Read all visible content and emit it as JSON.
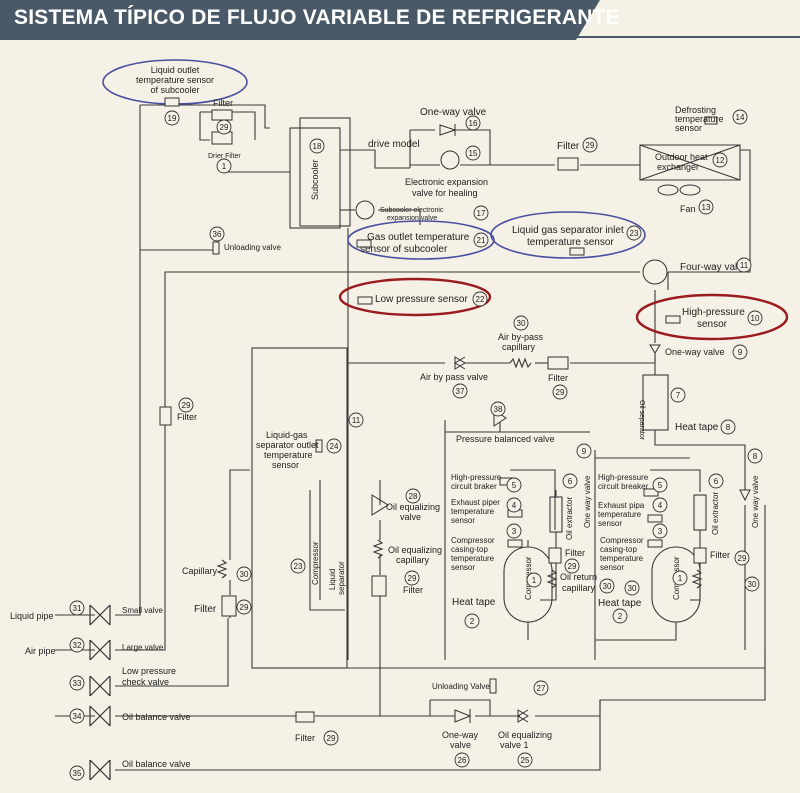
{
  "title": "SISTEMA TÍPICO DE FLUJO VARIABLE DE REFRIGERANTE",
  "labels": {
    "liquid_outlet_subcooler": [
      "Liquid outlet",
      "temperature sensor",
      "of subcooler"
    ],
    "filter_top": "Filter",
    "drier_filter": "Drier Filter",
    "subcooler": "Subcooler",
    "drive_model": "drive model",
    "one_way_valve_top": "One-way valve",
    "elec_exp_valve": [
      "Electronic expansion",
      "valve for healing"
    ],
    "subcooler_elec_exp": [
      "Subcooler electronic",
      "expansion valve"
    ],
    "filter_outdoor": "Filter",
    "defrost_sensor": [
      "Defrosting",
      "temperature",
      "sensor"
    ],
    "outdoor_hx": [
      "Outdoor heat",
      "exchanger"
    ],
    "fan": "Fan",
    "gas_outlet_subcooler": [
      "Gas outlet temperature",
      "sensor of subcooler"
    ],
    "liquid_gas_sep_inlet": [
      "Liquid gas separator inlet",
      "temperature sensor"
    ],
    "unloading_valve_36": "Unloading valve",
    "four_way_valve": "Four-way valve",
    "low_pressure_sensor": "Low pressure sensor",
    "high_pressure_sensor": [
      "High-pressure",
      "sensor"
    ],
    "air_bypass_capillary": [
      "Air by-pass",
      "capillary"
    ],
    "one_way_valve_9": "One-way valve",
    "air_bypass_valve": "Air by pass valve",
    "filter_29_mid": "Filter",
    "oil_separator": "Oil separator",
    "heat_tape_8": "Heat tape",
    "filter_left": "Filter",
    "liquid_gas_sep_outlet": [
      "Liquid-gas",
      "separator outlet",
      "temperature",
      "sensor"
    ],
    "pressure_balanced_valve": "Pressure balanced valve",
    "hp_breaker_left": [
      "High-pressure",
      "circuit braker"
    ],
    "exhaust_pipe_left": [
      "Exhaust piper",
      "temperature",
      "sensor"
    ],
    "casing_top_left": [
      "Compressor",
      "casing-top",
      "temperature",
      "sensor"
    ],
    "oil_extractor_left": "Oil extractor",
    "one_way_valve_vert": "One way valve",
    "hp_breaker_right": [
      "High-pressure",
      "circuit breaker"
    ],
    "exhaust_pipe_right": [
      "Exhaust pipa",
      "temperature",
      "sensor"
    ],
    "casing_top_right": [
      "Compressor",
      "casing-top",
      "temperature",
      "sensor"
    ],
    "oil_extractor_right": "Oil extractor",
    "one_way_valve_right": "One way valve",
    "oil_equalizing_valve": [
      "Oil equalizing",
      "valve"
    ],
    "oil_equalizing_capillary": [
      "Oil equalizing",
      "capillary"
    ],
    "filter_29_oil": "Filter",
    "capillary": "Capillary",
    "filter_29_left": "Filter",
    "compressor": "Compressor",
    "liquid_separator": [
      "Liquid",
      "separator"
    ],
    "filter_29_comp_left": "Filter",
    "oil_return_capillary": [
      "Oil return",
      "capillary"
    ],
    "filter_29_comp_right": "Filter",
    "heat_tape_2": "Heat tape",
    "liquid_pipe": "Liquid pipe",
    "small_valve": "Small valve",
    "air_pipe": "Air pipe",
    "large_valve": "Large valve",
    "low_pressure_check": [
      "Low pressure",
      "check valve"
    ],
    "oil_balance_valve": "Oil balance valve",
    "unloading_valve_27": "Unloading Valve",
    "filter_29_bottom": "Filter",
    "one_way_valve_26": [
      "One-way",
      "valve"
    ],
    "oil_equalizing_valve_1": [
      "Oil equalizing",
      "valve 1"
    ]
  },
  "numbers": {
    "n1": "1",
    "n2": "2",
    "n3": "3",
    "n4": "4",
    "n5": "5",
    "n6": "6",
    "n7": "7",
    "n8": "8",
    "n9": "9",
    "n10": "10",
    "n11": "11",
    "n12": "12",
    "n13": "13",
    "n14": "14",
    "n15": "15",
    "n16": "16",
    "n17": "17",
    "n18": "18",
    "n19": "19",
    "n21": "21",
    "n22": "22",
    "n23": "23",
    "n24": "24",
    "n25": "25",
    "n26": "26",
    "n27": "27",
    "n28": "28",
    "n29": "29",
    "n30": "30",
    "n31": "31",
    "n32": "32",
    "n33": "33",
    "n34": "34",
    "n35": "35",
    "n36": "36",
    "n37": "37",
    "n38": "38"
  },
  "colors": {
    "highlight_red": "#9b1b1f",
    "highlight_blue": "#4a4fa0",
    "banner": "#4a5968"
  }
}
